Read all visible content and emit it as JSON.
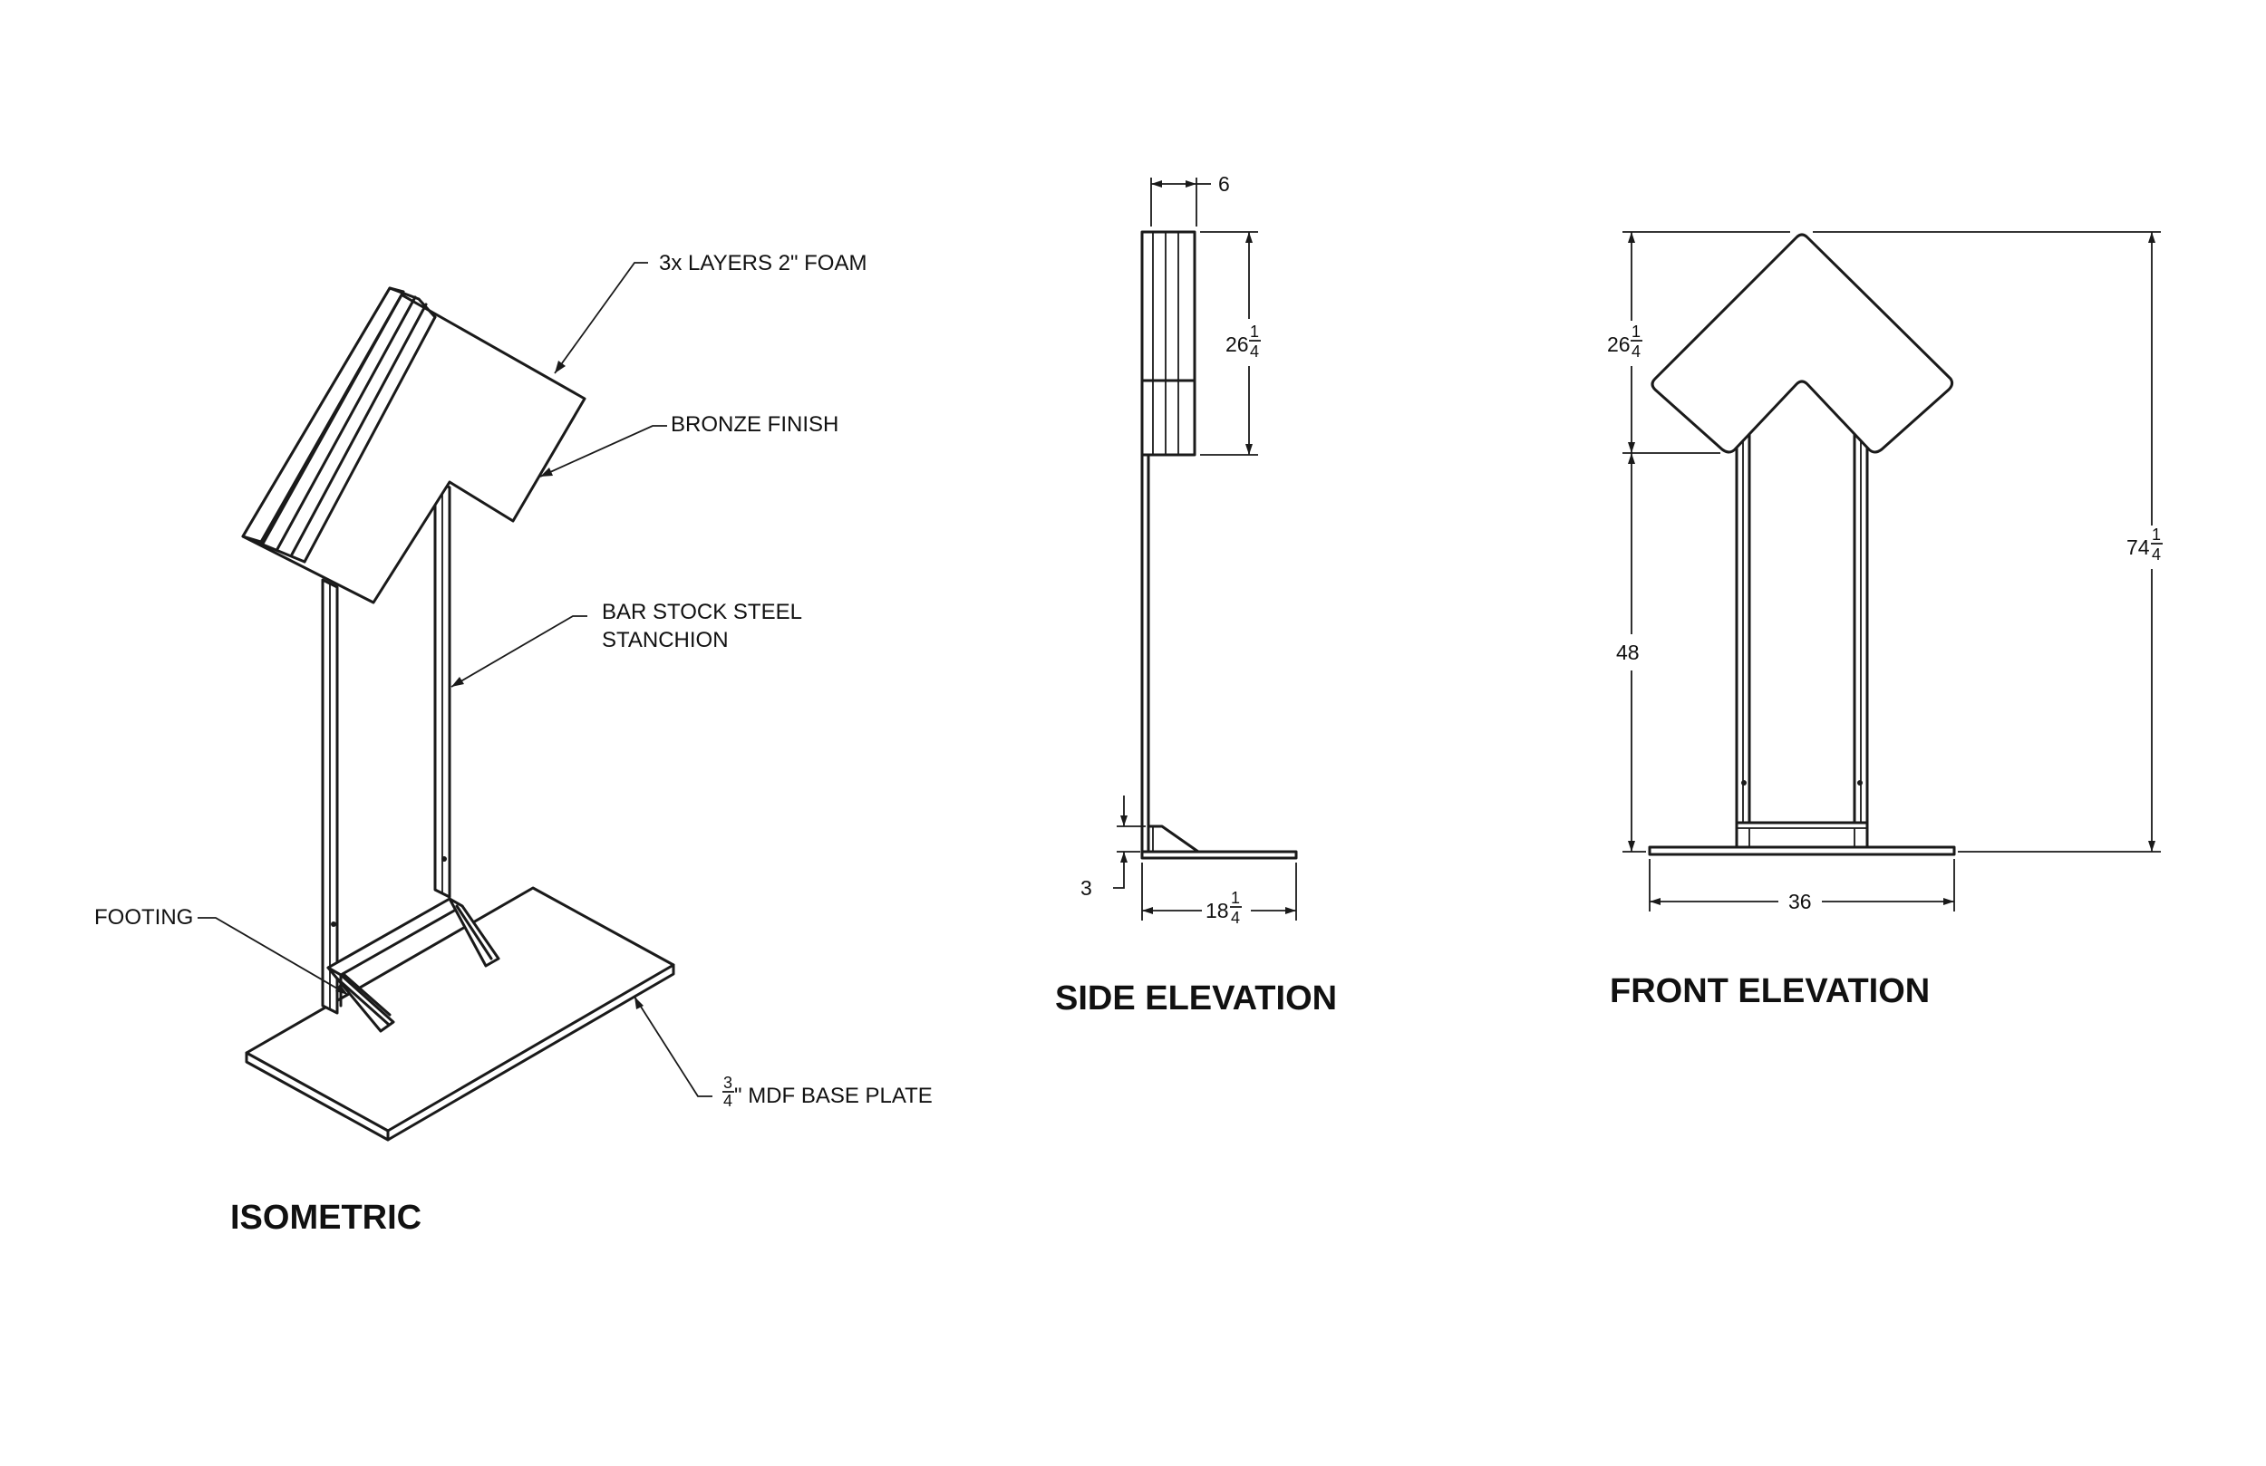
{
  "titles": {
    "isometric": "ISOMETRIC",
    "side": "SIDE ELEVATION",
    "front": "FRONT ELEVATION"
  },
  "callouts": {
    "foam": "3x LAYERS 2\" FOAM",
    "bronze": "BRONZE FINISH",
    "stanchion_1": "BAR STOCK STEEL",
    "stanchion_2": "STANCHION",
    "footing": "FOOTING",
    "base_plate": "\" MDF BASE PLATE",
    "base_plate_num": "3",
    "base_plate_den": "4"
  },
  "dims": {
    "side_depth": "6",
    "side_head_whole": "26",
    "side_head_num": "1",
    "side_head_den": "4",
    "side_foot": "3",
    "side_base_whole": "18",
    "side_base_num": "1",
    "side_base_den": "4",
    "front_head_whole": "26",
    "front_head_num": "1",
    "front_head_den": "4",
    "front_post": "48",
    "front_total_whole": "74",
    "front_total_num": "1",
    "front_total_den": "4",
    "front_width": "36"
  }
}
